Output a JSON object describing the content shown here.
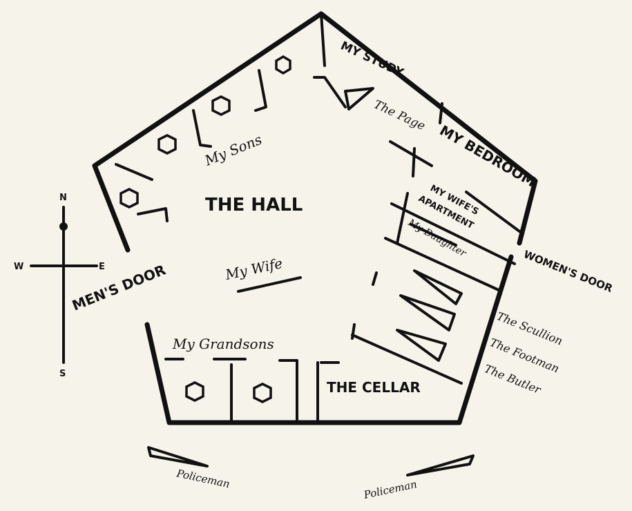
{
  "title": "Floor plan of the house",
  "rooms": {
    "study": "MY STUDY",
    "bedroom": "MY BEDROOM",
    "hall": "THE HALL",
    "wife_apartment_1": "MY WIFE'S",
    "wife_apartment_2": "APARTMENT",
    "cellar": "THE CELLAR"
  },
  "people": {
    "page": "The Page",
    "sons": "My Sons",
    "wife": "My Wife",
    "daughter": "My Daughter",
    "grandsons": "My Grandsons",
    "scullion": "The Scullion",
    "footman": "The Footman",
    "butler": "The Butler",
    "policeman_left": "Policeman",
    "policeman_right": "Policeman"
  },
  "doors": {
    "men": "MEN'S DOOR",
    "women": "WOMEN'S DOOR"
  },
  "compass": {
    "n": "N",
    "s": "S",
    "e": "E",
    "w": "W"
  }
}
